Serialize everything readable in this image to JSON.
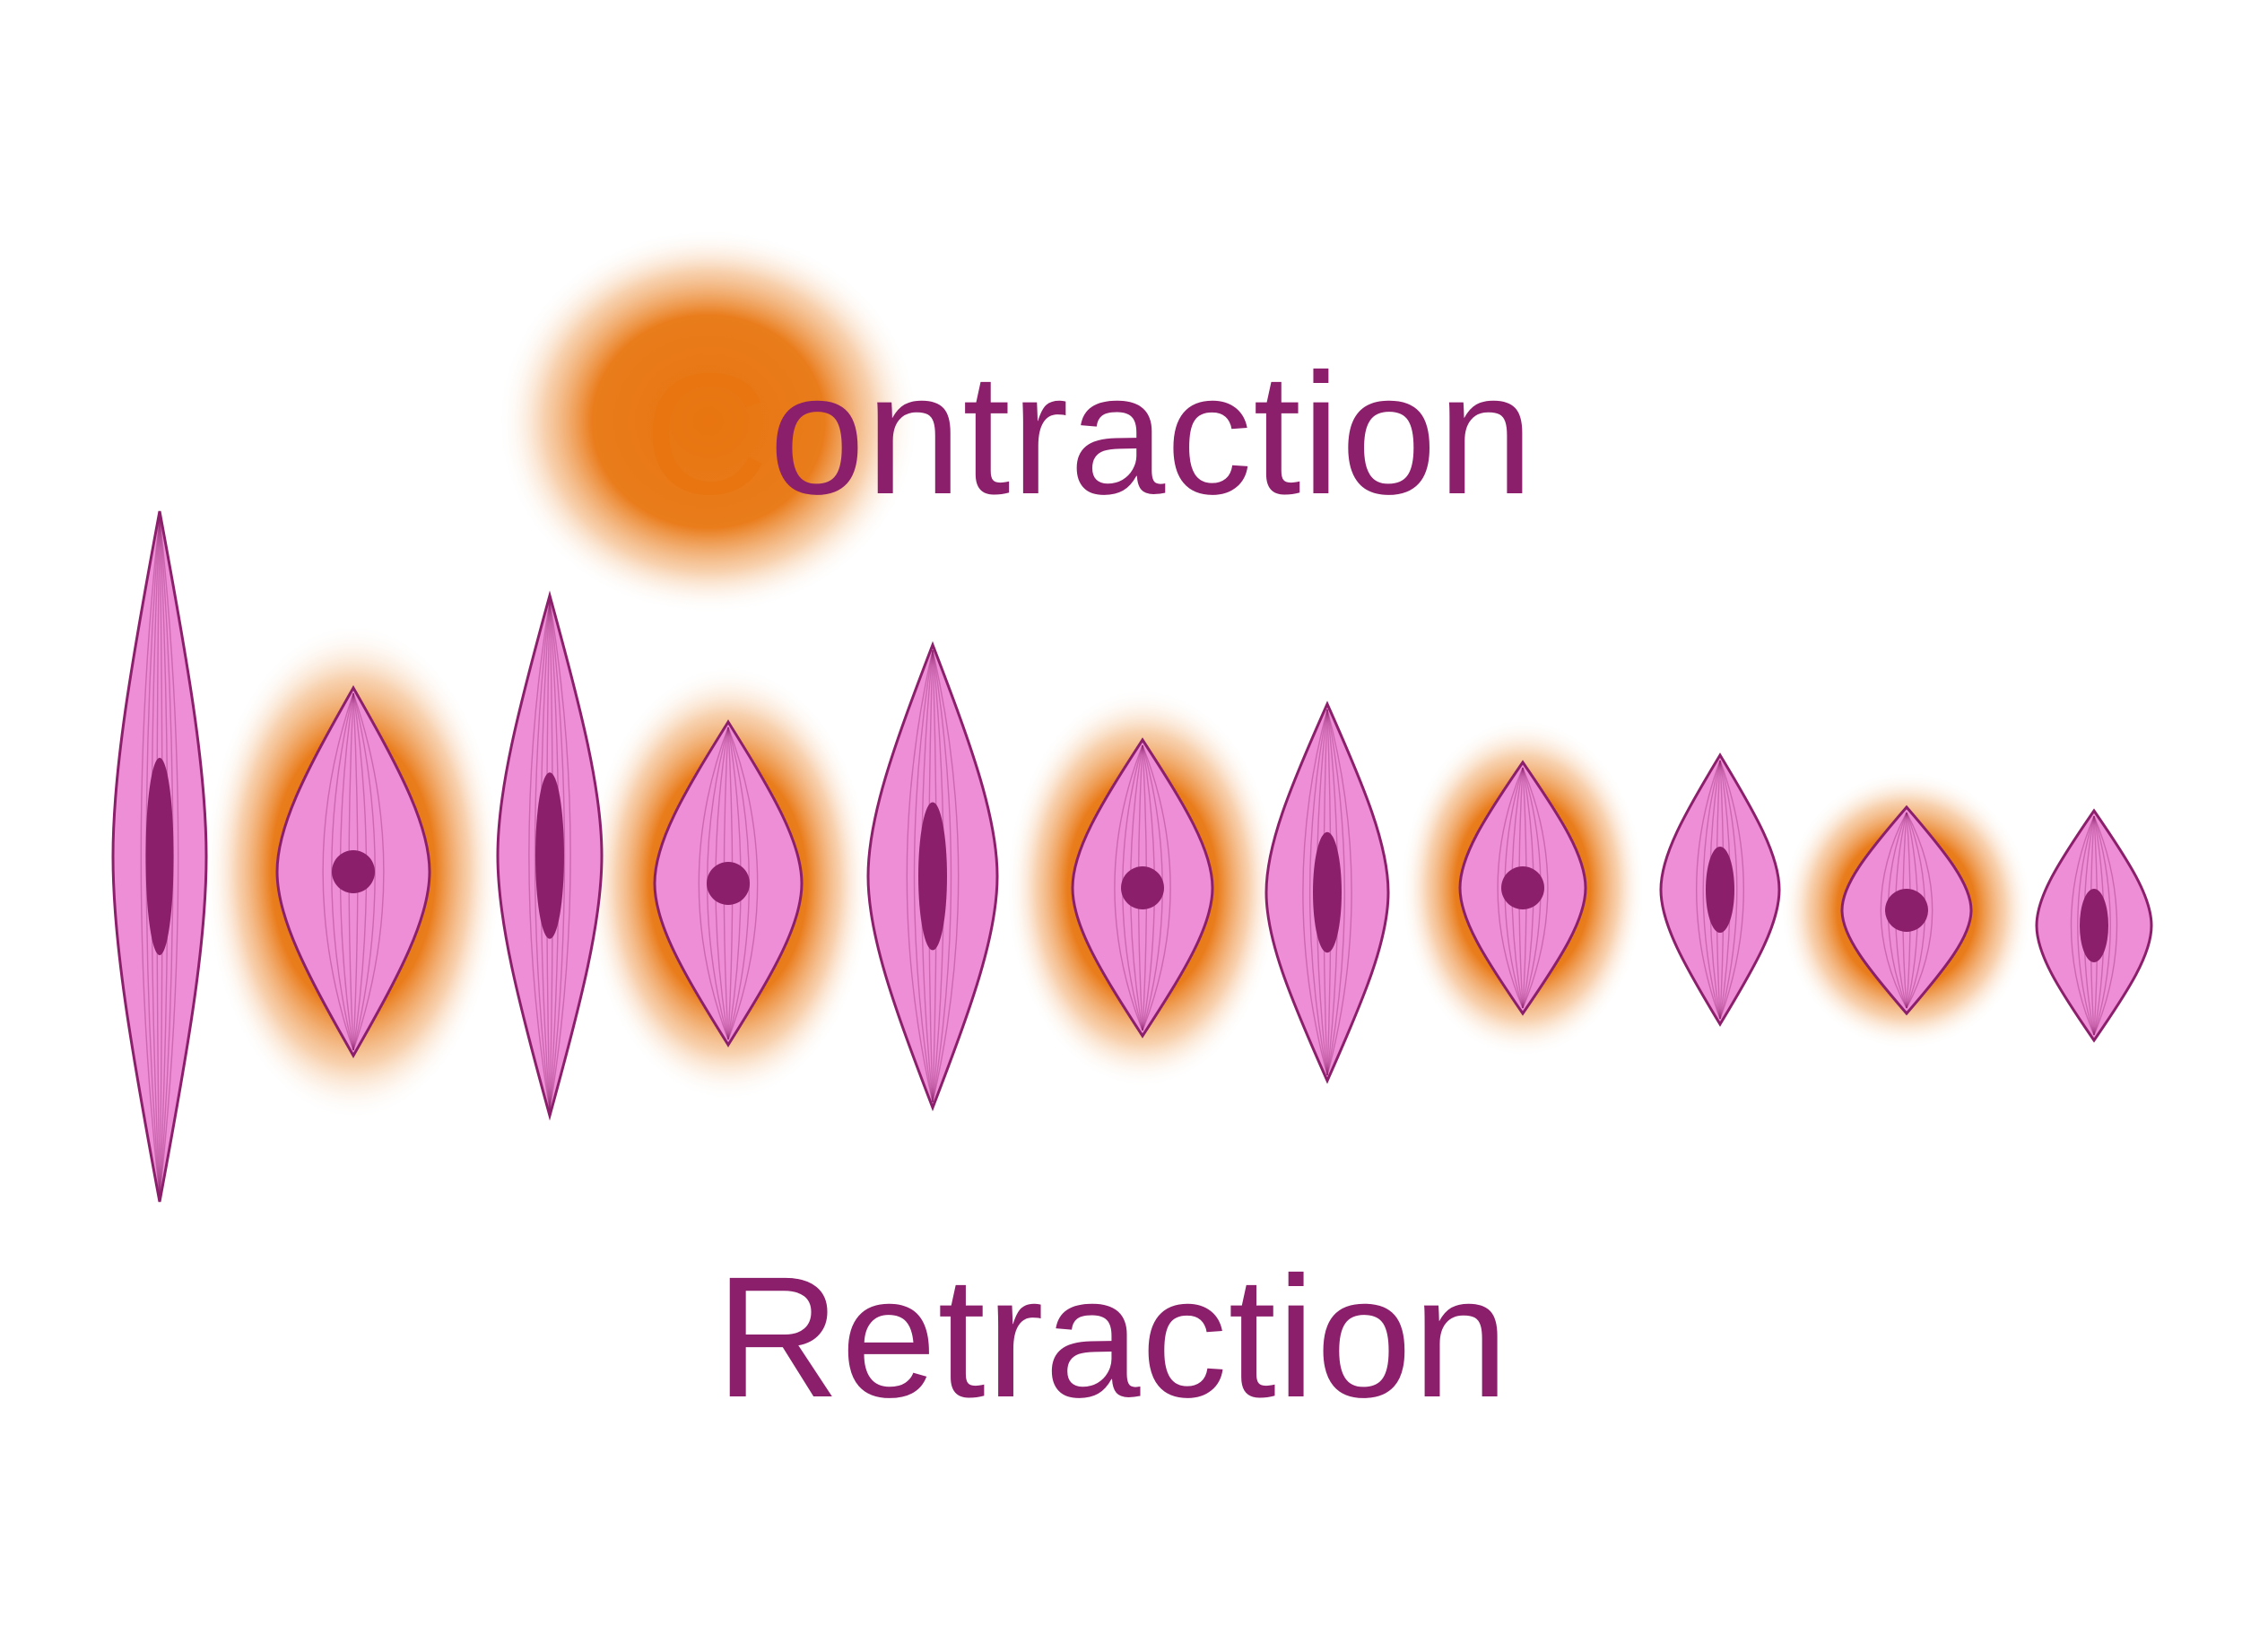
{
  "labels": {
    "contraction_first_letter": "C",
    "contraction_rest": "ontraction",
    "retraction": "Retraction"
  },
  "colors": {
    "text_purple": "#8b1f6b",
    "highlight_orange": "#e8750f",
    "cell_fill_pink": "#ee8ed6",
    "cell_outline": "#8b1f6b",
    "nucleus": "#8b1f6b",
    "background": "#ffffff"
  },
  "cells": [
    {
      "state": "relaxed",
      "nucleus": "elongated",
      "glow": false
    },
    {
      "state": "contracted",
      "nucleus": "round",
      "glow": true
    },
    {
      "state": "relaxed",
      "nucleus": "elongated",
      "glow": false
    },
    {
      "state": "contracted",
      "nucleus": "round",
      "glow": true
    },
    {
      "state": "relaxed",
      "nucleus": "elongated",
      "glow": false
    },
    {
      "state": "contracted",
      "nucleus": "round",
      "glow": true
    },
    {
      "state": "relaxed",
      "nucleus": "elongated",
      "glow": false
    },
    {
      "state": "contracted",
      "nucleus": "round",
      "glow": true
    },
    {
      "state": "relaxed",
      "nucleus": "elongated",
      "glow": false
    },
    {
      "state": "contracted",
      "nucleus": "round",
      "glow": true
    },
    {
      "state": "relaxed",
      "nucleus": "elongated",
      "glow": false
    }
  ]
}
